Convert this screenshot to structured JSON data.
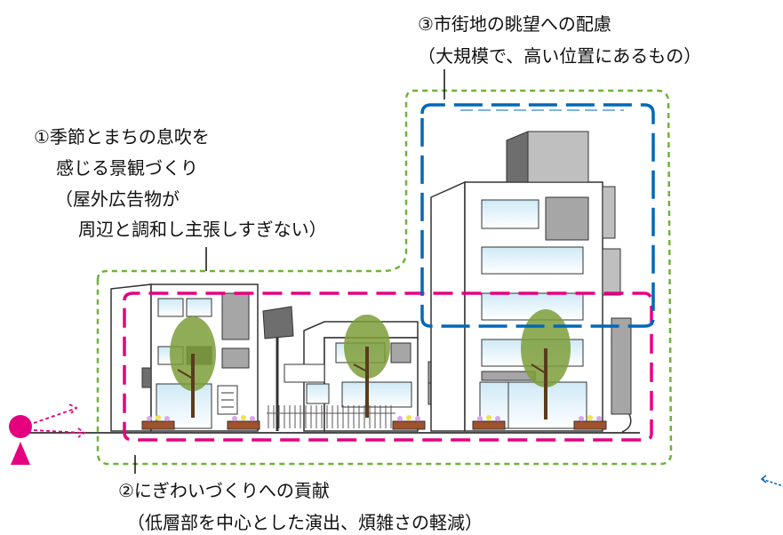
{
  "labels": {
    "item3_title": "③市街地の眺望への配慮",
    "item3_sub": "（大規模で、高い位置にあるもの）",
    "item1_line1": "①季節とまちの息吹を",
    "item1_line2": "感じる景観づくり",
    "item1_line3": "（屋外広告物が",
    "item1_line4": "周辺と調和し主張しすぎない）",
    "item2_title": "②にぎわいづくりへの貢献",
    "item2_sub": "（低層部を中心とした演出、煩雑さの軽減）"
  },
  "colors": {
    "zone1_outline": "#6fb236",
    "zone2_outline": "#e4007f",
    "zone3_outline": "#0068b7",
    "viewer": "#e4007f",
    "tree_canopy": "#7d9e3a",
    "tree_trunk": "#5a3b1e",
    "building_fill": "#ffffff",
    "window_fill": "#e6f4fb",
    "dark_panel": "#6e6e6e",
    "mid_panel": "#a6a6a6"
  }
}
